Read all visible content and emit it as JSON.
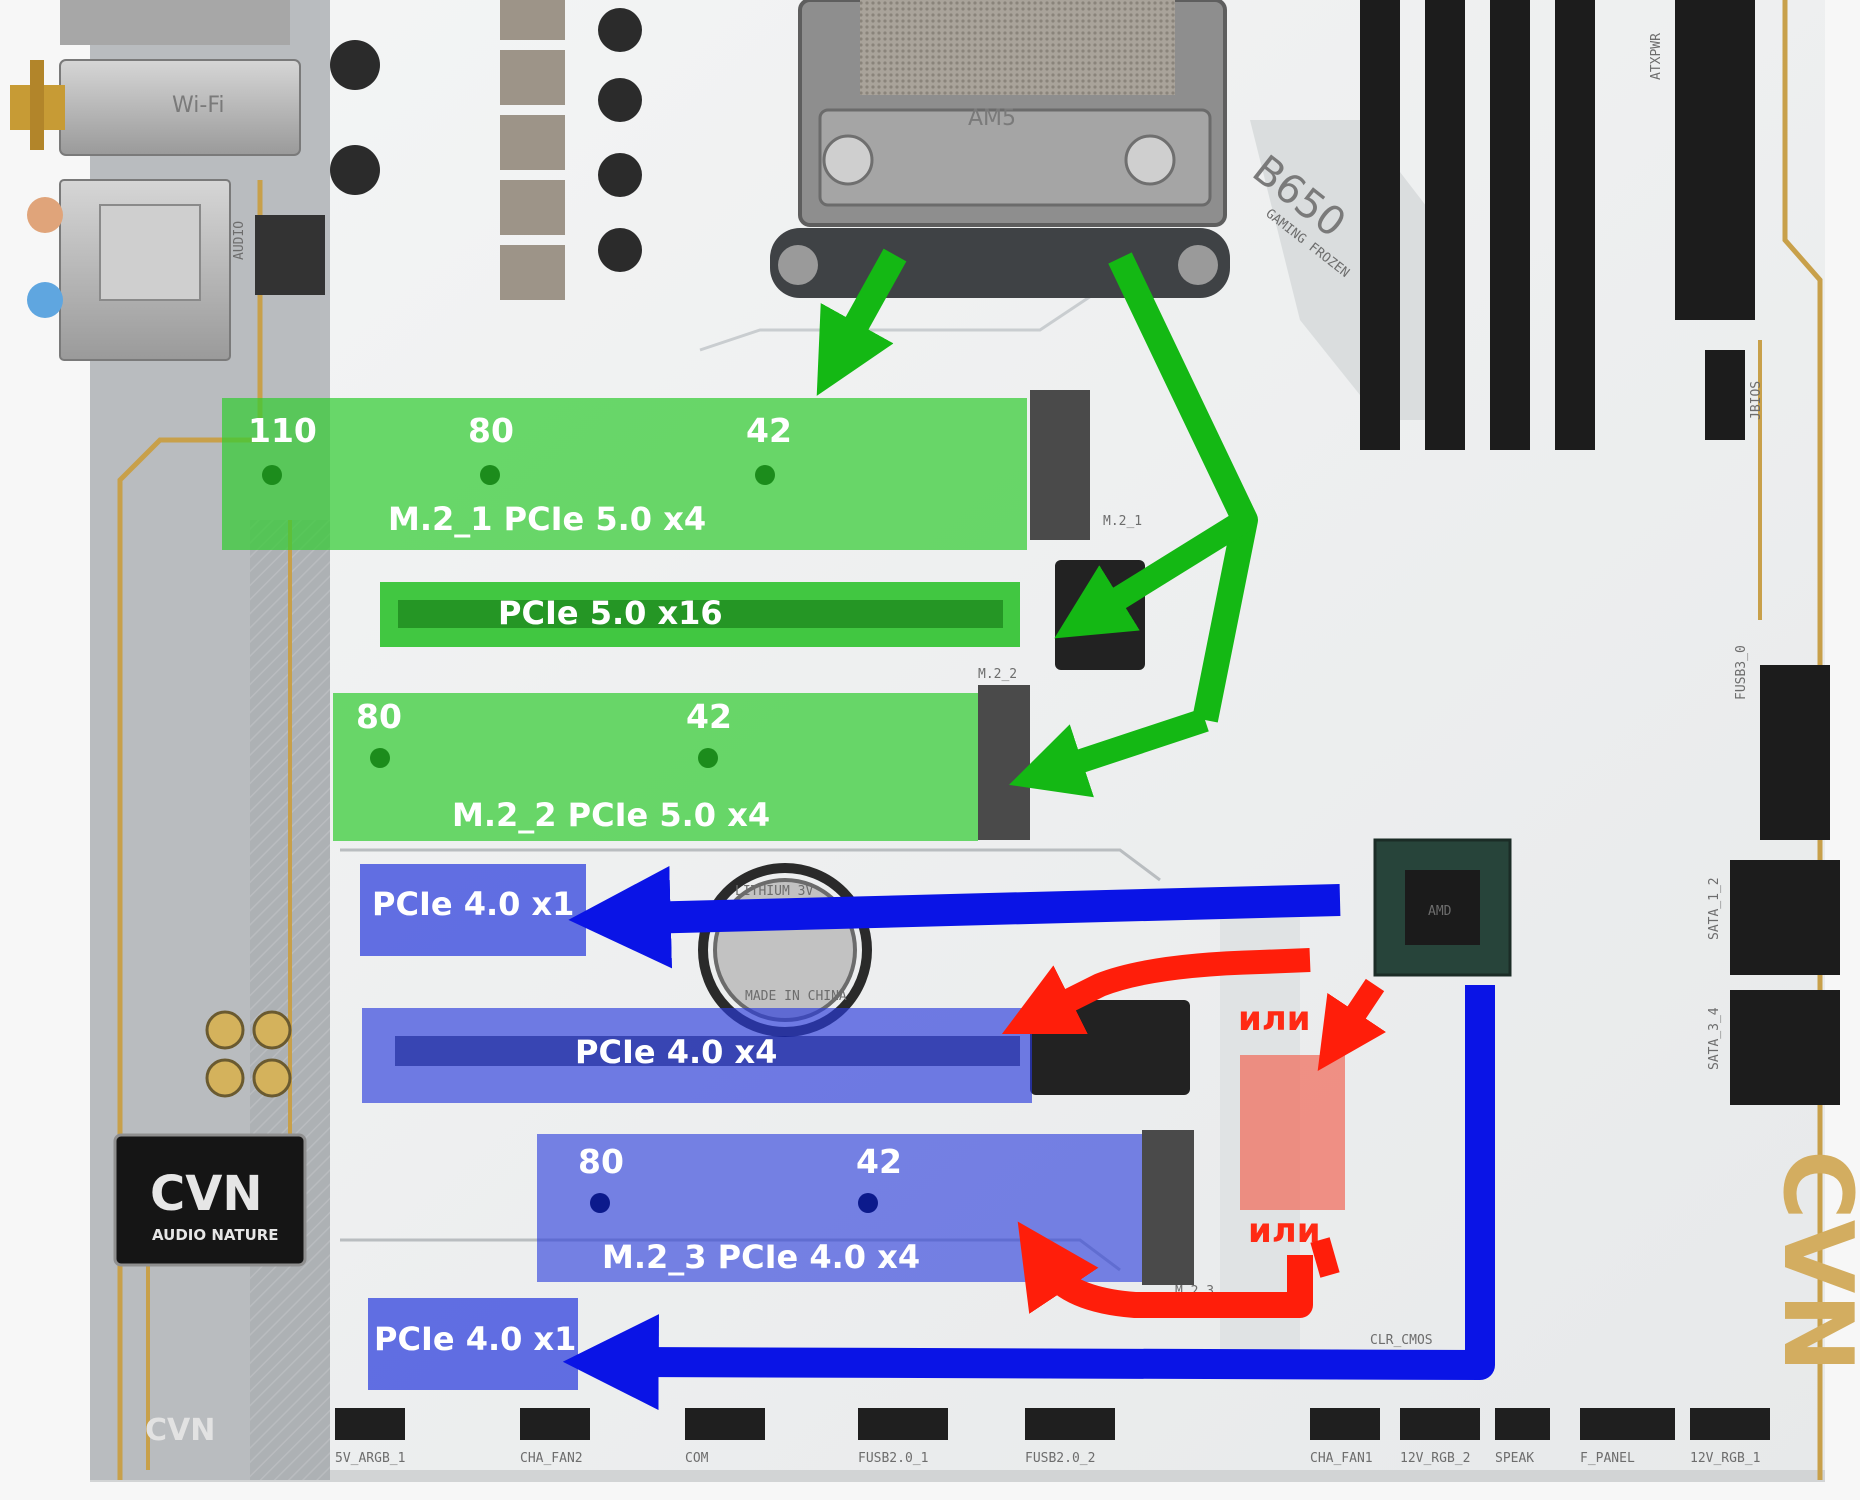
{
  "image": {
    "width": 1860,
    "height": 1500
  },
  "colors": {
    "m2_pcie5": "#33cc33",
    "pcie5_slot": "#22c022",
    "pcie4": "#2a3bdc",
    "or_box": "#f07060",
    "arrow_green": "#14b814",
    "arrow_blue": "#0a14e6",
    "arrow_red": "#ff1e0a",
    "board": "#eef0f0"
  },
  "cpu": {
    "socket_label": "AM5",
    "board_logo": "B650",
    "board_subtitle": "GAMING FROZEN"
  },
  "overlays": {
    "m2_1": {
      "label": "M.2_1 PCIe 5.0 x4",
      "sizes": [
        "110",
        "80",
        "42"
      ]
    },
    "pcie_x16": {
      "label": "PCIe 5.0 x16"
    },
    "m2_2": {
      "label": "M.2_2 PCIe 5.0 x4",
      "sizes": [
        "80",
        "42"
      ]
    },
    "pcie_x1_top": {
      "label": "PCIe 4.0 x1"
    },
    "pcie_x4": {
      "label": "PCIe 4.0 x4"
    },
    "m2_3": {
      "label": "M.2_3 PCIe 4.0 x4",
      "sizes": [
        "80",
        "42"
      ]
    },
    "pcie_x1_bottom": {
      "label": "PCIe 4.0 x1"
    },
    "or_top": "или",
    "or_bottom": "или"
  },
  "silkscreen": {
    "slot_m2_1": "M.2_1",
    "slot_m2_2": "M.2_2",
    "slot_m2_3": "M.2_3",
    "atxpwr": "ATXPWR",
    "jbios": "JBIOS",
    "sata_12": "SATA_1_2",
    "sata_34": "SATA_3_4",
    "fusb3": "FUSB3_0",
    "clr_cmos": "CLR_CMOS",
    "battery": "LITHIUM 3V",
    "made_in": "MADE IN CHINA",
    "audio_brand": "AUDIO NATURE",
    "wifi": "Wi-Fi",
    "audio": "AUDIO",
    "cvn": "CVN",
    "chipset": "AMD"
  },
  "headers": [
    "5V_ARGB_1",
    "CHA_FAN2",
    "COM",
    "FUSB2.0_1",
    "FUSB2.0_2",
    "CHA_FAN1",
    "12V_RGB_2",
    "SPEAK",
    "F_PANEL",
    "12V_RGB_1"
  ]
}
